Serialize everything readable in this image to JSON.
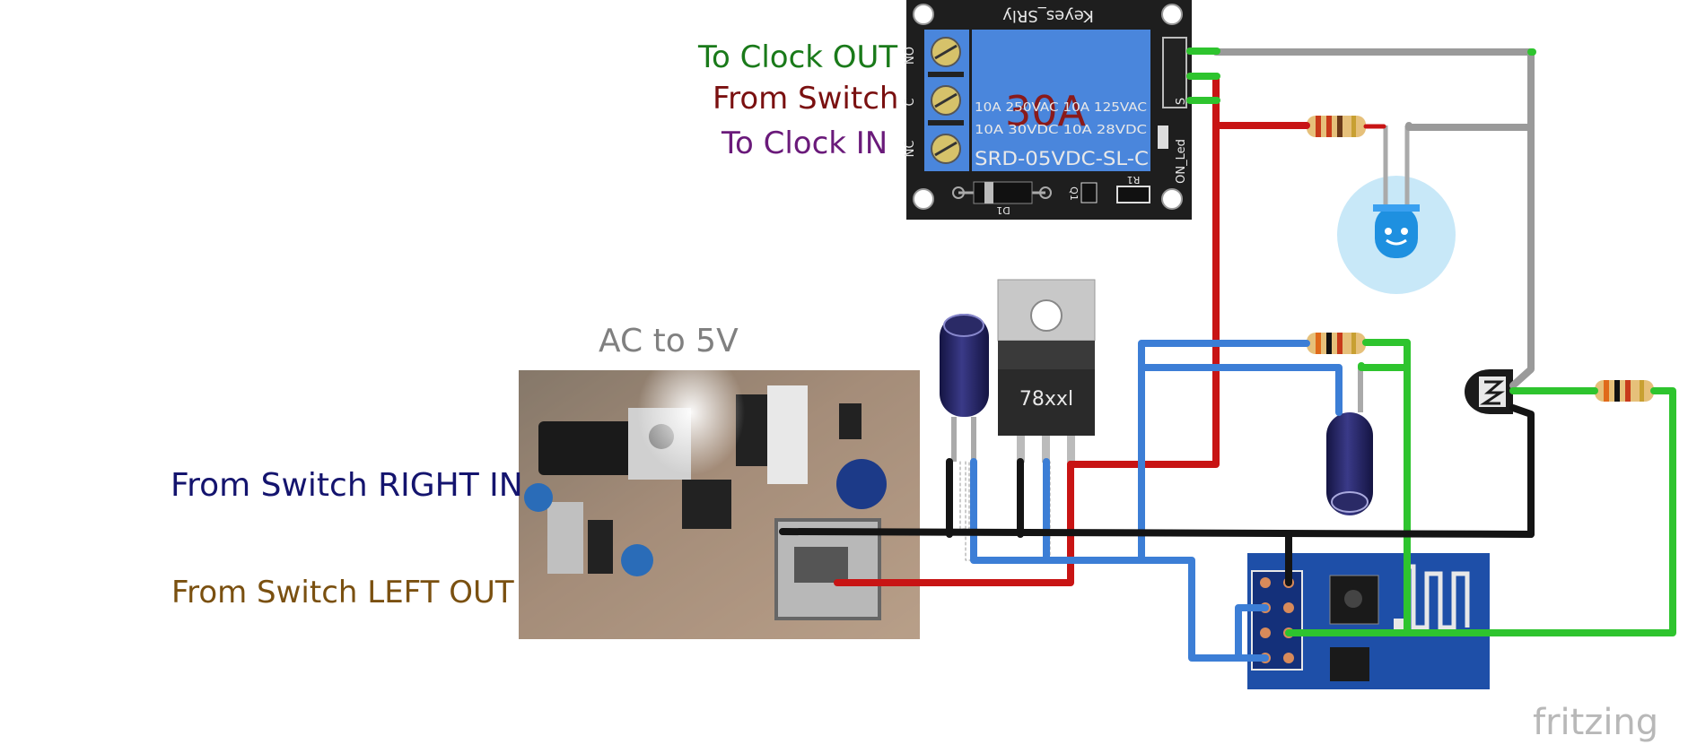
{
  "labels": {
    "to_clock_out": "To Clock OUT",
    "from_switch": "From Switch",
    "to_clock_in": "To Clock IN",
    "ac_to_5v": "AC to 5V",
    "from_switch_right_in": "From Switch RIGHT IN",
    "from_switch_left_out": "From Switch LEFT OUT",
    "fritzing": "fritzing"
  },
  "relay": {
    "board_name": "Keyes_SRly",
    "current_rating": "30A",
    "rating_line_1": "10A 250VAC 10A 125VAC",
    "rating_line_2": "10A 30VDC 10A 28VDC",
    "model": "SRD-05VDC-SL-C",
    "pin_no": "NO",
    "pin_c": "C",
    "pin_nc": "NC",
    "on_led": "ON_Led",
    "pin_s": "S",
    "d1": "D1",
    "q1": "Q1",
    "r1": "R1"
  },
  "regulator": {
    "label": "78xxl"
  },
  "colors": {
    "to_clock_out": "#1a7a1a",
    "from_switch": "#7a1010",
    "to_clock_in": "#6a1a7a",
    "ac_to_5v": "#808080",
    "right_in": "#14146e",
    "left_out": "#7a5010",
    "wire_red": "#c81414",
    "wire_blue": "#3c7ed6",
    "wire_black": "#141414",
    "wire_gray": "#9a9a9a",
    "wire_green": "#2ec42e",
    "relay_blue": "#4a86dc",
    "esp_board": "#1e4fa8"
  }
}
